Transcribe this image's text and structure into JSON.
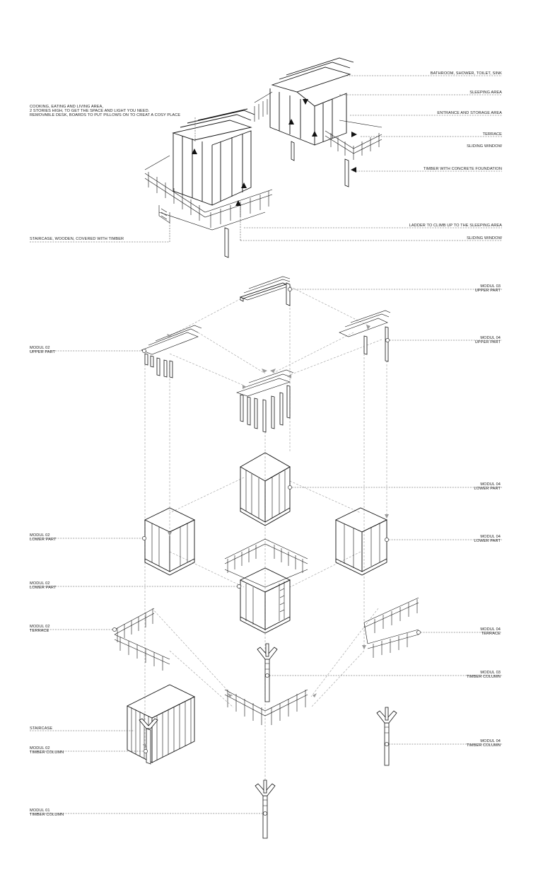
{
  "top_labels": {
    "cooking_line1": "COOKING, EATING AND LIVING AREA,",
    "cooking_line2": "2 STORIES HIGH, TO GET THE SPACE AND LIGHT YOU NEED.",
    "cooking_line3": "REMOVABLE DESK, BOARDS TO PUT PILLOWS ON TO CREAT A COSY PLACE",
    "bathroom": "BATHROOM, SHOWER, TOILET, SINK",
    "sleeping": "SLEEPING AREA",
    "entrance": "ENTRANCE AND STORAGE AREA",
    "terrace": "TERRACE",
    "sliding_window_1": "SLIDING WINDOW",
    "timber_foundation": "TIMBER WITH CONCRETE FOUNDATION",
    "ladder": "LADDER TO CLIMB UP TO THE SLEEPING AREA",
    "staircase_wooden": "STAIRCASE, WOODEN, COVERED WITH TIMBER",
    "sliding_window_2": "SLIDING WINDOW"
  },
  "exploded_labels": {
    "m03_upper": [
      "MODUL 03",
      "UPPER PART"
    ],
    "m02_upper": [
      "MODUL 02",
      "UPPER PART"
    ],
    "m04_upper": [
      "MODUL 04",
      "UPPER PART"
    ],
    "m04_lower": [
      "MODUL 04",
      "LOWER PART"
    ],
    "m02_lower_a": [
      "MODUL 02",
      "LOWER PART"
    ],
    "m04_lower_b": [
      "MODUL 04",
      "LOWER PART"
    ],
    "m02_lower_b": [
      "MODUL 02",
      "LOWER PART"
    ],
    "m02_terrace": [
      "MODUL 02",
      "TERRACE"
    ],
    "m04_terrace": [
      "MODUL 04",
      "TERRACE"
    ],
    "m03_column": [
      "MODUL 03",
      "TIMBER COLUMN"
    ],
    "staircase": [
      "STAIRCASE"
    ],
    "m02_column": [
      "MODUL 02",
      "TIMBER COLUMN"
    ],
    "m04_column": [
      "MODUL 04",
      "TIMBER COLUMN"
    ],
    "m01_column": [
      "MODUL 01",
      "TIMBER COLUMN"
    ]
  }
}
